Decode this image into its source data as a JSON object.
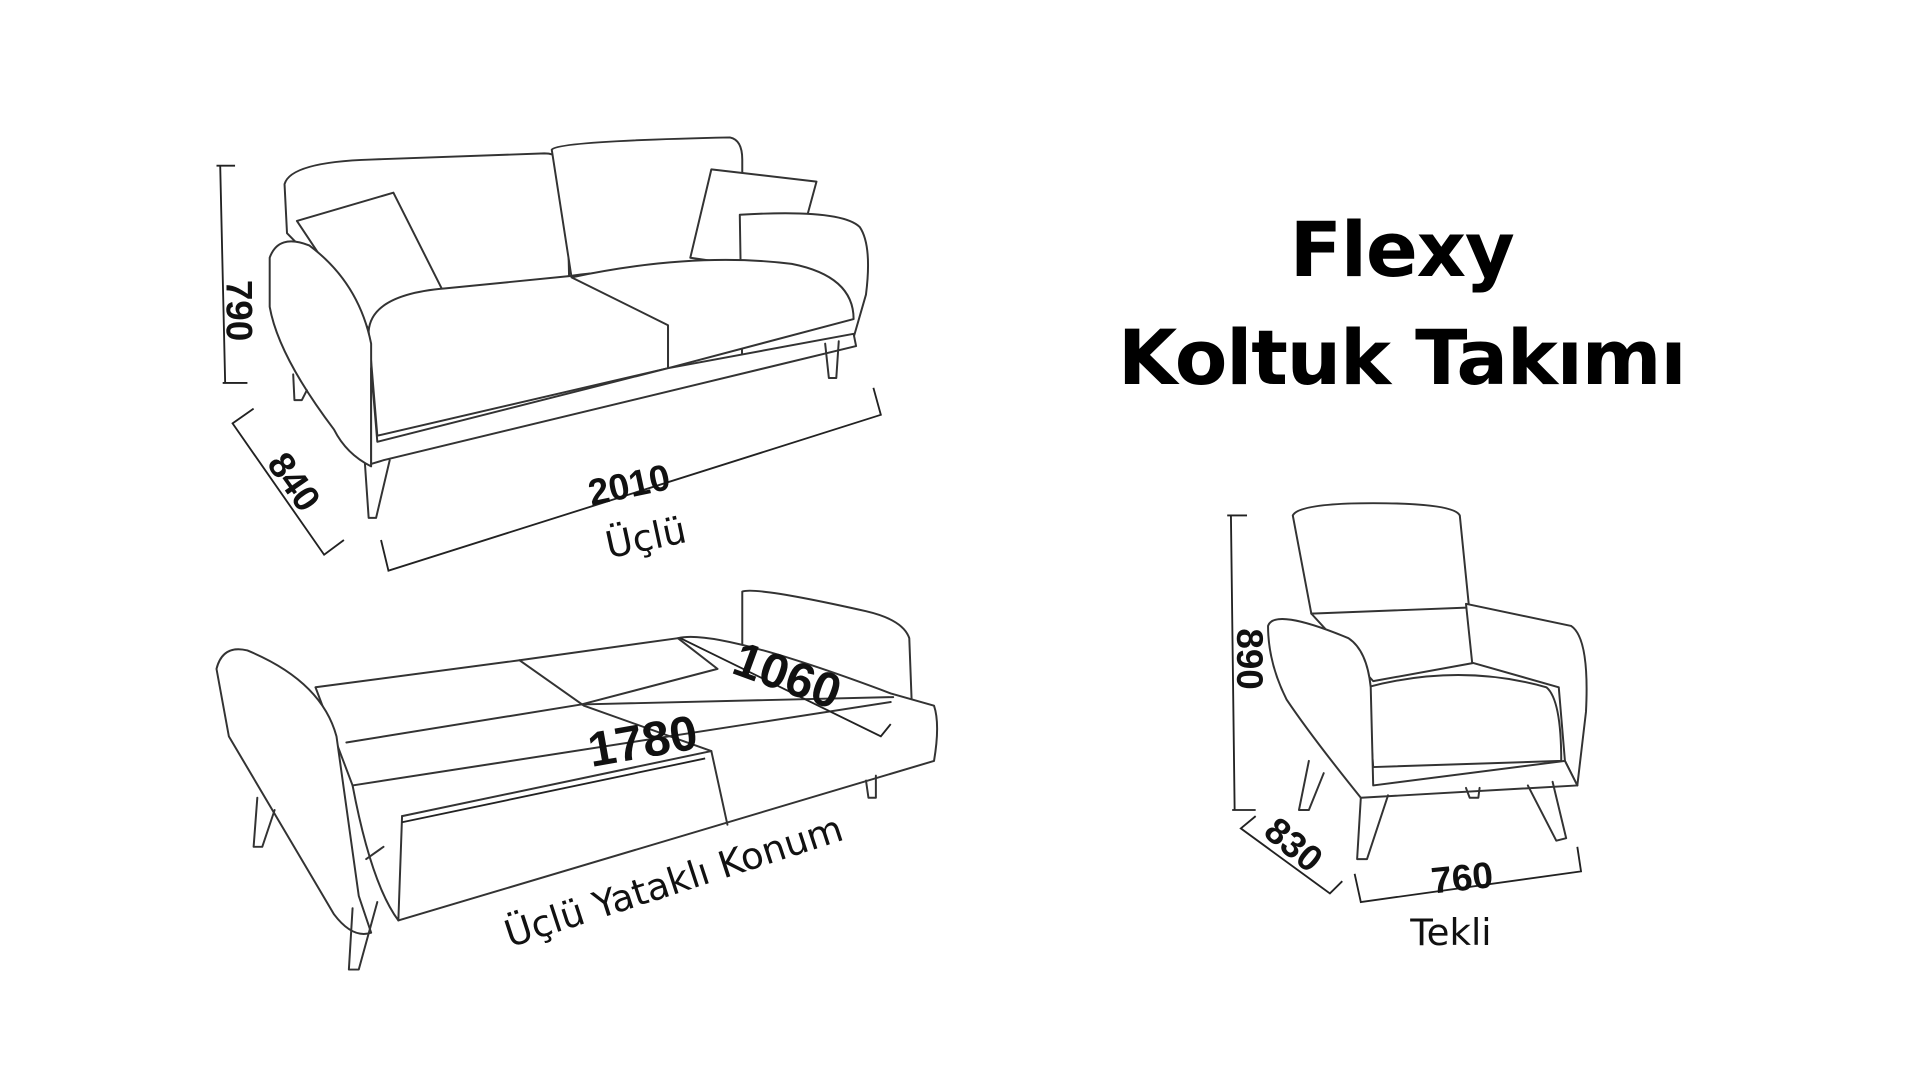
{
  "title": {
    "line1": "Flexy",
    "line2": "Koltuk Takımı"
  },
  "sofa": {
    "caption": "Üçlü",
    "width": "2010",
    "depth": "840",
    "height": "790"
  },
  "sofa_bed": {
    "caption": "Üçlü Yataklı Konum",
    "length": "1780",
    "depth": "1060"
  },
  "armchair": {
    "caption": "Tekli",
    "width": "760",
    "depth": "830",
    "height": "890"
  },
  "colors": {
    "line": "#333333",
    "text": "#000000",
    "background": "#ffffff"
  }
}
